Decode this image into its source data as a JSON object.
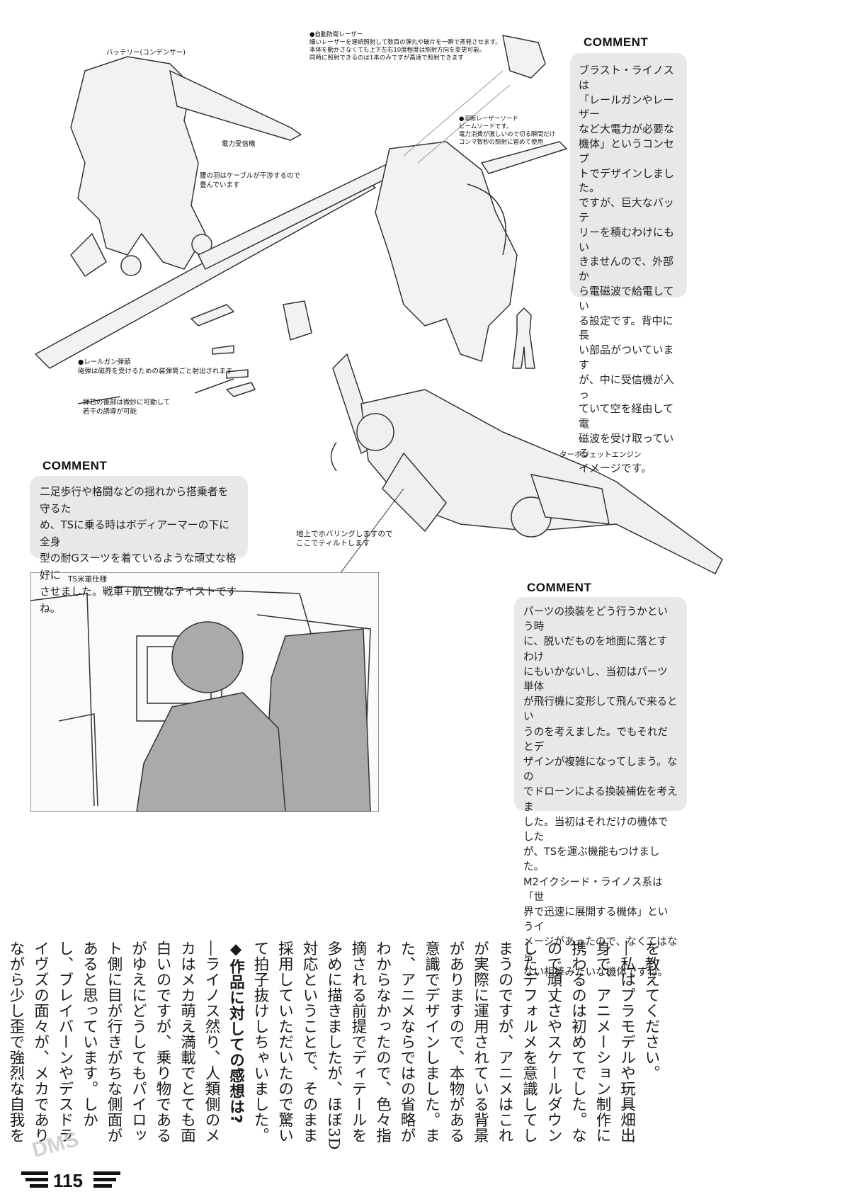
{
  "annotations": {
    "battery": "バッテリー(コンデンサー)",
    "laser_defense": "●自動防衛レーザー\n細いレーザーを連続照射して数百の弾丸や破片を一瞬で蒸発させます。\n本体を動かさなくても上下左右10度程度は照射方向を変更可能。\n同時に照射できるのは1本のみですが高速で照射できます",
    "power_receiver": "電力受信機",
    "waist_feather": "腰の羽はケーブルが干渉するので\n畳んでいます",
    "plasma_sword": "●溶断レーザーソード\nビームソードです。\n電力消費が激しいので切る瞬間だけ\nコンマ数秒の照射に留めて使用",
    "railgun_ammo": "●レールガン弾頭\n砲弾は磁界を受けるための装弾筒ごと射出されます",
    "warhead_tail": "弾芯の後部は微妙に可動して\n若干の誘導が可能",
    "turbojet": "ターボジェットエンジン",
    "hover": "地上でホバリングしますので\nここでティルトします",
    "ts_us": "TS米軍仕様"
  },
  "comments": {
    "heading": "COMMENT",
    "c1": "ブラスト・ライノスは\n「レールガンやレーザー\nなど大電力が必要な\n機体」というコンセプ\nトでデザインしました。\nですが、巨大なバッテ\nリーを積むわけにもい\nきませんので、外部か\nら電磁波で給電してい\nる設定です。背中に長\nい部品がついています\nが、中に受信機が入っ\nていて空を経由して電\n磁波を受け取っている\nイメージです。",
    "c2": "二足歩行や格闘などの揺れから搭乗者を守るた\nめ、TSに乗る時はボディアーマーの下に全身\n型の耐Gスーツを着ているような頑丈な格好に\nさせました。戦車+航空機なテイストですね。",
    "c3": "パーツの換装をどう行うかという時\nに、脱いだものを地面に落とすわけ\nにもいかないし、当初はパーツ単体\nが飛行機に変形して飛んで来るとい\nうのを考えました。でもそれだとデ\nザインが複雑になってしまう。なの\nでドローンによる換装補佐を考えま\nした。当初はそれだけの機体でした\nが、TSを運ぶ機能もつけました。\nM2イクシード・ライノス系は「世\n界で迅速に展開する機体」というイ\nメージがあったので、なくてはなら\nない相棒みたいな機体ですね。"
  },
  "article": {
    "p1": "を教えてください。",
    "p2": "―私はプラモデルや玩具畑出身で、アニメーション制作に携わるのは初めてでした。なので頑丈さやスケールダウンしたデフォルメを意識してしまうのですが、アニメはこれが実際に運用されている背景がありますので、本物がある意識でデザインしました。また、アニメならではの省略がわからなかったので、色々指摘される前提でディテールを多めに描きましたが、ほぼ3D対応ということで、そのまま採用していただいたので驚いて拍子抜けしちゃいました。",
    "q": "◆作品に対しての感想は?",
    "p3": "―ライノス然り、人類側のメカはメカ萌え満載でとても面白いのですが、乗り物であるがゆえにどうしてもパイロット側に目が行きがちな側面があると思っています。しかし、ブレイバーンやデスドライヴズの面々が、メカでありながら少し歪で強烈な自我を持っていて驚きました。今作はそういった自我メカと、乗り物としてのメカ萌えが共闘しているのがとても新しく新鮮に感じました。互いが真面目にやるほどデザインが強化されるのでやりがいがありました。"
  },
  "page_number": "115",
  "watermark": "DMS"
}
